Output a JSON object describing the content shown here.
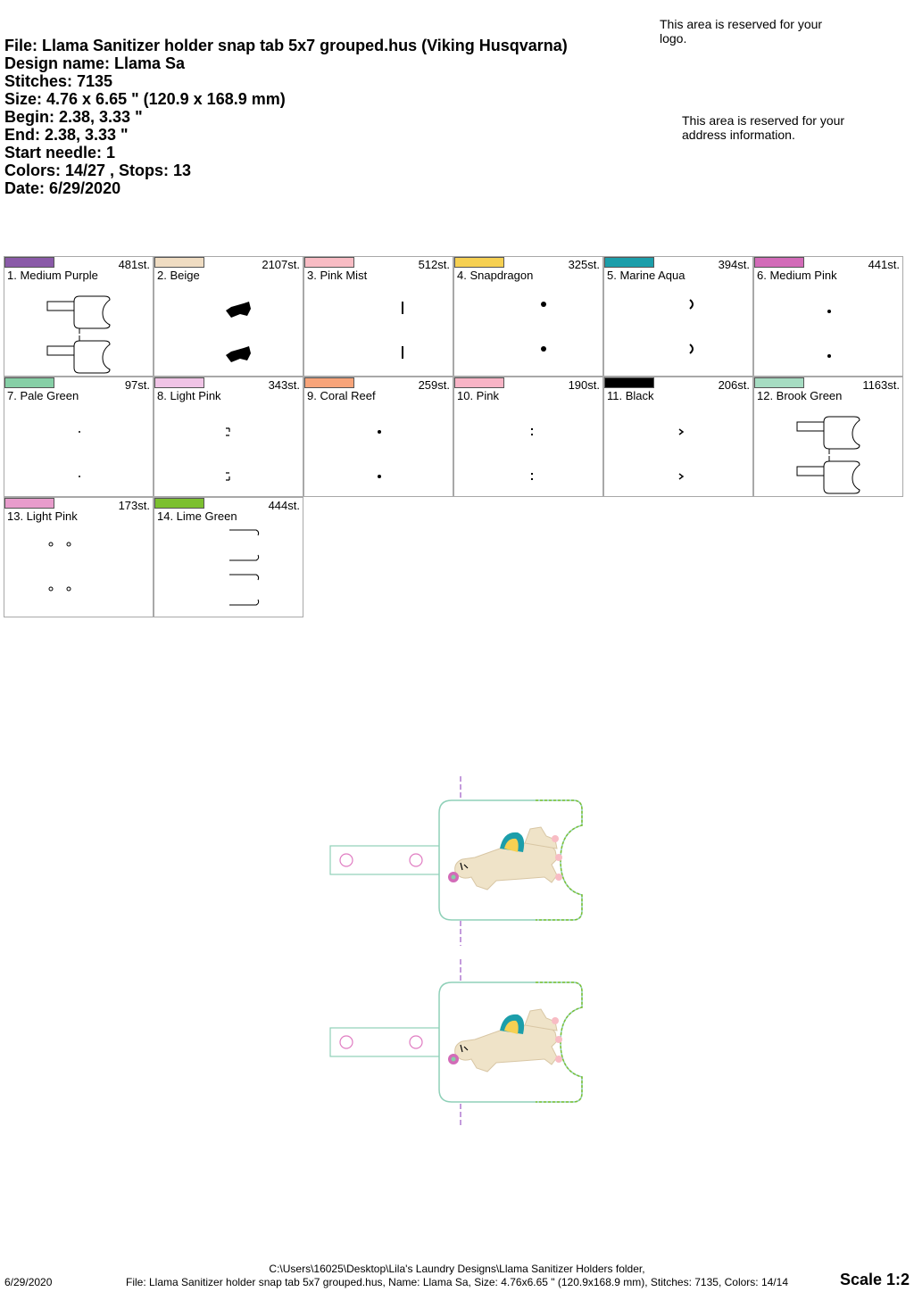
{
  "header": {
    "file": "File: Llama Sanitizer holder snap tab 5x7 grouped.hus  (Viking Husqvarna)",
    "design_name": "Design name: Llama Sa",
    "stitches": "Stitches: 7135",
    "size": "Size: 4.76 x 6.65 \" (120.9 x 168.9 mm)",
    "begin": "Begin: 2.38, 3.33 \"",
    "end": "End: 2.38, 3.33 \"",
    "start_needle": "Start needle: 1",
    "colors": "Colors: 14/27 , Stops: 13",
    "date": "Date: 6/29/2020"
  },
  "logo_note": "This area is reserved for your logo.",
  "address_note": "This area is reserved for your address information.",
  "colors": [
    {
      "name": "1. Medium Purple",
      "stitches": "481st.",
      "hex": "#8a5aa8",
      "thumb": "holder-outline"
    },
    {
      "name": "2. Beige",
      "stitches": "2107st.",
      "hex": "#efdcc2",
      "thumb": "llama-fill"
    },
    {
      "name": "3. Pink Mist",
      "stitches": "512st.",
      "hex": "#f8bcc4",
      "thumb": "dots-vertical"
    },
    {
      "name": "4. Snapdragon",
      "stitches": "325st.",
      "hex": "#f6d052",
      "thumb": "blob"
    },
    {
      "name": "5. Marine Aqua",
      "stitches": "394st.",
      "hex": "#1c9eaa",
      "thumb": "arc"
    },
    {
      "name": "6. Medium Pink",
      "stitches": "441st.",
      "hex": "#d26bb8",
      "thumb": "dot"
    },
    {
      "name": "7. Pale Green",
      "stitches": "97st.",
      "hex": "#86cfa6",
      "thumb": "tiny-dot"
    },
    {
      "name": "8. Light Pink",
      "stitches": "343st.",
      "hex": "#f0c4e6",
      "thumb": "small-marks"
    },
    {
      "name": "9. Coral Reef",
      "stitches": "259st.",
      "hex": "#f7a47a",
      "thumb": "dot"
    },
    {
      "name": "10. Pink",
      "stitches": "190st.",
      "hex": "#f8b4c6",
      "thumb": "colon"
    },
    {
      "name": "11. Black",
      "stitches": "206st.",
      "hex": "#000000",
      "thumb": "chevron"
    },
    {
      "name": "12. Brook Green",
      "stitches": "1163st.",
      "hex": "#a6dcc2",
      "thumb": "holder-outline"
    },
    {
      "name": "13. Light Pink",
      "stitches": "173st.",
      "hex": "#e89ccc",
      "thumb": "rings"
    },
    {
      "name": "14. Lime Green",
      "stitches": "444st.",
      "hex": "#7cc030",
      "thumb": "brackets"
    }
  ],
  "footer": {
    "date": "6/29/2020",
    "path": "C:\\Users\\16025\\Desktop\\Lila's Laundry Designs\\Llama Sanitizer Holders folder,",
    "file_line": "File: Llama Sanitizer holder snap tab 5x7 grouped.hus, Name: Llama Sa, Size: 4.76x6.65 \" (120.9x168.9 mm), Stitches: 7135, Colors: 14/14",
    "scale": "Scale 1:2"
  }
}
